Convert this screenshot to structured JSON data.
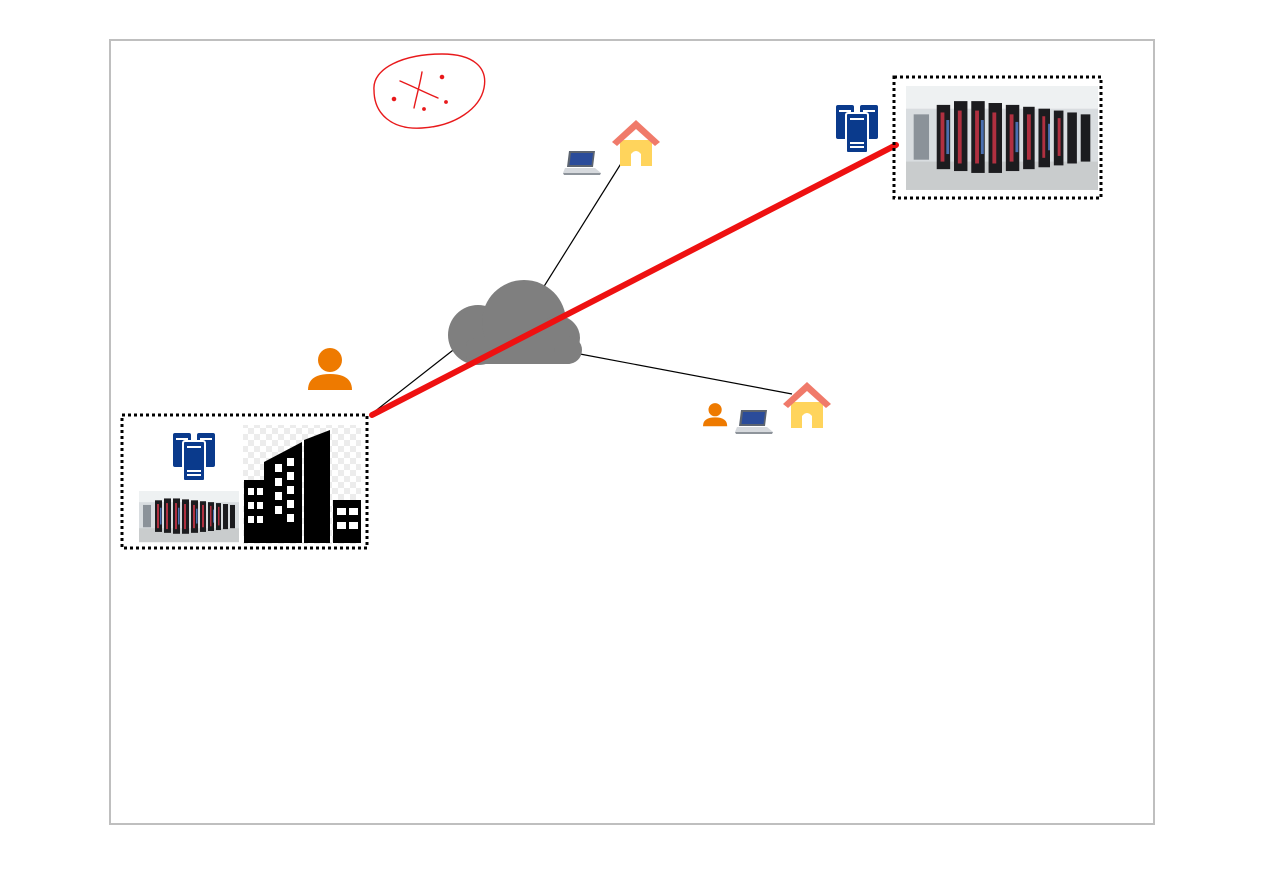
{
  "diagram": {
    "nodes": [
      {
        "id": "cloud",
        "kind": "network-cloud",
        "color": "#7f7f7f"
      },
      {
        "id": "home-top",
        "kind": "home",
        "devices": [
          "laptop"
        ]
      },
      {
        "id": "home-right",
        "kind": "home",
        "devices": [
          "person",
          "laptop"
        ]
      },
      {
        "id": "remote-datacenter",
        "kind": "datacenter",
        "devices": [
          "server-rack",
          "server-hall-photo"
        ],
        "frame": "dotted"
      },
      {
        "id": "office",
        "kind": "office",
        "devices": [
          "server-rack",
          "server-hall-photo",
          "office-building"
        ],
        "frame": "dotted"
      },
      {
        "id": "user",
        "kind": "person"
      }
    ],
    "links": [
      {
        "from": "cloud",
        "to": "home-top",
        "style": "thin"
      },
      {
        "from": "cloud",
        "to": "home-right",
        "style": "thin"
      },
      {
        "from": "cloud",
        "to": "office",
        "style": "thin"
      },
      {
        "from": "office",
        "to": "remote-datacenter",
        "style": "highlighted"
      }
    ],
    "annotation": {
      "kind": "handwritten-red-circle-with-cross"
    }
  },
  "colors": {
    "slide_border": "#bfbfbf",
    "link": "#000000",
    "highlight": "#ee1111",
    "annotation": "#e8191b",
    "person": "#ee7a00",
    "server": "#0a3a8c",
    "home_roof": "#f07a6a",
    "home_body": "#ffd45c",
    "building": "#000000"
  },
  "icons": [
    "cloud-icon",
    "house-icon",
    "laptop-icon",
    "person-icon",
    "server-icon",
    "building-icon",
    "server-room-photo"
  ]
}
